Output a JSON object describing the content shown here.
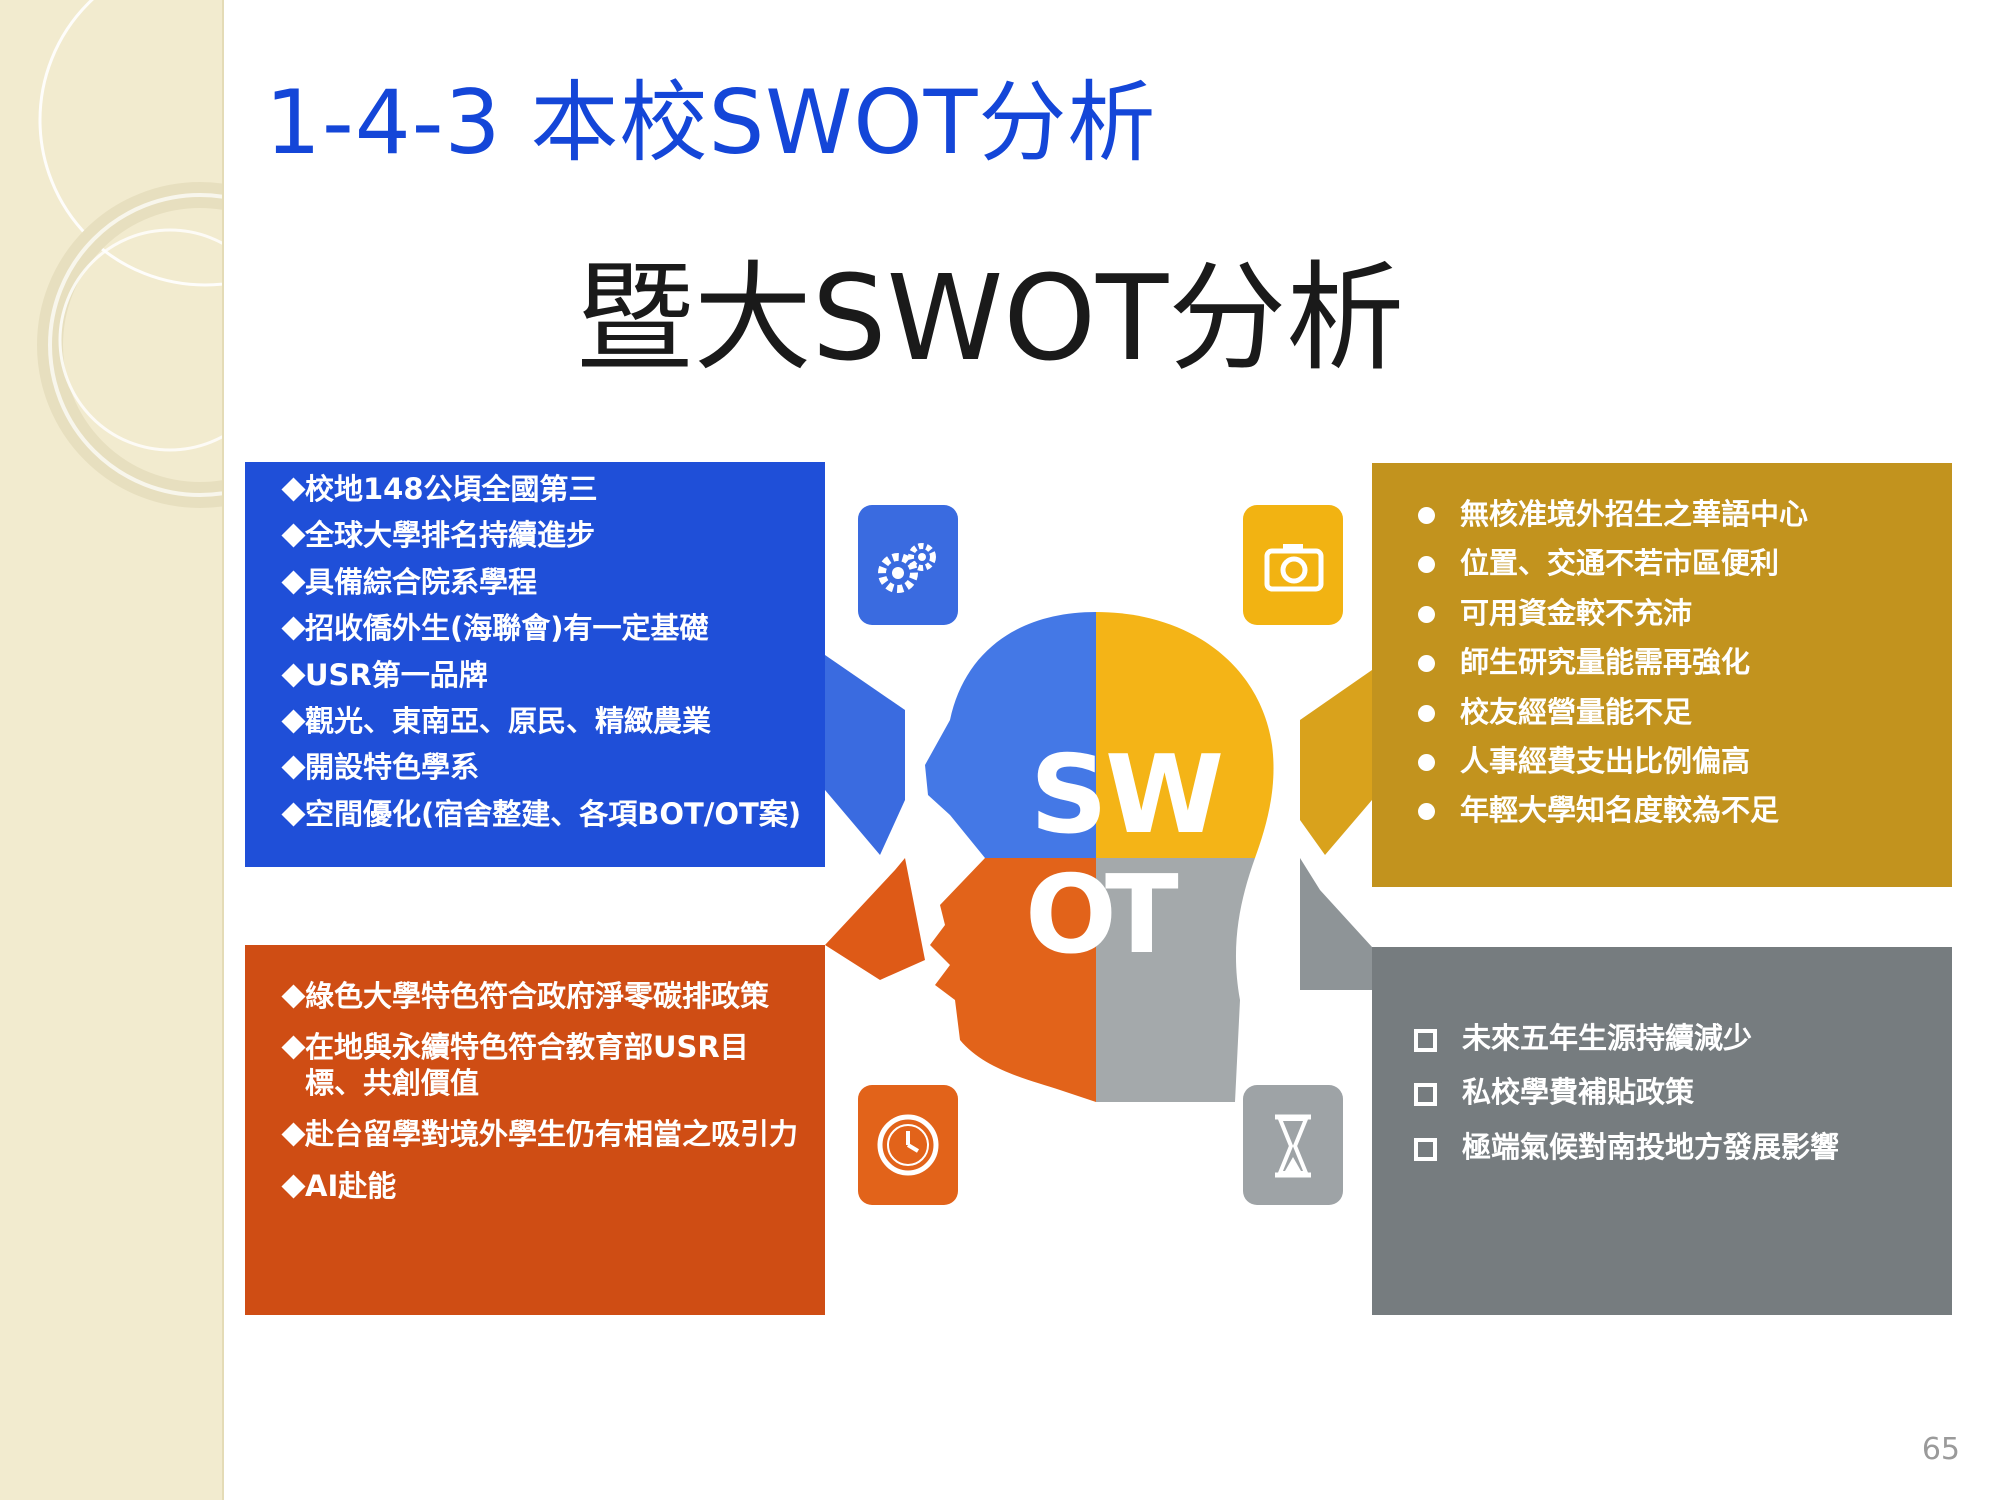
{
  "slide": {
    "title": "1-4-3 本校SWOT分析",
    "diagram_title": "暨大SWOT分析",
    "page_number": "65"
  },
  "swot": {
    "letters": [
      "S",
      "W",
      "O",
      "T"
    ],
    "strengths": {
      "color": "#1f4fd8",
      "items": [
        "校地148公頃全國第三",
        "全球大學排名持續進步",
        "具備綜合院系學程",
        "招收僑外生(海聯會)有一定基礎",
        "USR第一品牌",
        "觀光、東南亞、原民、精緻農業",
        "開設特色學系",
        "空間優化(宿舍整建、各項BOT/OT案)"
      ]
    },
    "weaknesses": {
      "color": "#c2931e",
      "items": [
        "無核准境外招生之華語中心",
        "位置、交通不若市區便利",
        "可用資金較不充沛",
        "師生研究量能需再強化",
        "校友經營量能不足",
        "人事經費支出比例偏高",
        "年輕大學知名度較為不足"
      ]
    },
    "opportunities": {
      "color": "#cf4d14",
      "items": [
        "綠色大學特色符合政府淨零碳排政策",
        "在地與永續特色符合教育部USR目標、共創價值",
        "赴台留學對境外學生仍有相當之吸引力",
        "AI赴能"
      ]
    },
    "threats": {
      "color": "#767c7f",
      "items": [
        "未來五年生源持續減少",
        "私校學費補貼政策",
        "極端氣候對南投地方發展影響"
      ]
    }
  },
  "icons": {
    "strengths": "gears-icon",
    "weaknesses": "camera-icon",
    "opportunities": "clock-icon",
    "threats": "hourglass-icon"
  }
}
